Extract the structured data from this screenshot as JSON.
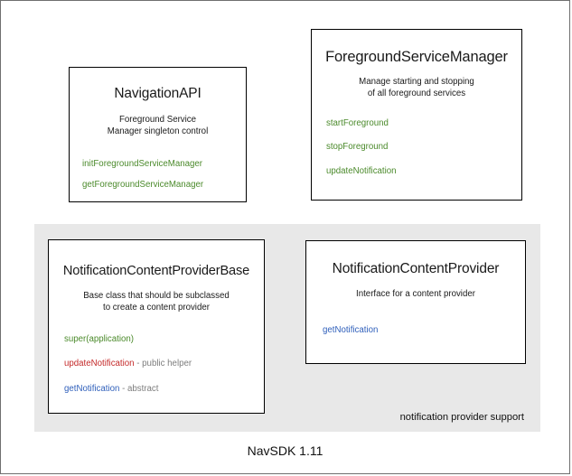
{
  "diagram": {
    "footer_caption": "NavSDK 1.11",
    "group": {
      "label": "notification provider support",
      "background_color": "#e8e8e8"
    },
    "colors": {
      "green": "#4b8a2b",
      "red": "#c42a2a",
      "blue": "#3060bb",
      "note_gray": "#7d7d7d",
      "box_border": "#000000",
      "page_border": "#6f6f6f"
    },
    "boxes": [
      {
        "title": "NavigationAPI",
        "description_lines": [
          "Foreground Service",
          "Manager singleton control"
        ],
        "members": [
          {
            "name": "initForegroundServiceManager",
            "color": "green",
            "note": ""
          },
          {
            "name": "getForegroundServiceManager",
            "color": "green",
            "note": ""
          }
        ]
      },
      {
        "title": "ForegroundServiceManager",
        "description_lines": [
          "Manage starting and stopping",
          "of all foreground services"
        ],
        "members": [
          {
            "name": "startForeground",
            "color": "green",
            "note": ""
          },
          {
            "name": "stopForeground",
            "color": "green",
            "note": ""
          },
          {
            "name": "updateNotification",
            "color": "green",
            "note": ""
          }
        ]
      },
      {
        "title": "NotificationContentProviderBase",
        "description_lines": [
          "Base class that should be subclassed",
          "to create a content provider"
        ],
        "members": [
          {
            "name": "super(application)",
            "color": "green",
            "note": ""
          },
          {
            "name": "updateNotification",
            "color": "red",
            "note": " - public helper"
          },
          {
            "name": "getNotification",
            "color": "blue",
            "note": " - abstract"
          }
        ]
      },
      {
        "title": "NotificationContentProvider",
        "description_lines": [
          "Interface for a content provider"
        ],
        "members": [
          {
            "name": "getNotification",
            "color": "blue",
            "note": ""
          }
        ]
      }
    ]
  }
}
